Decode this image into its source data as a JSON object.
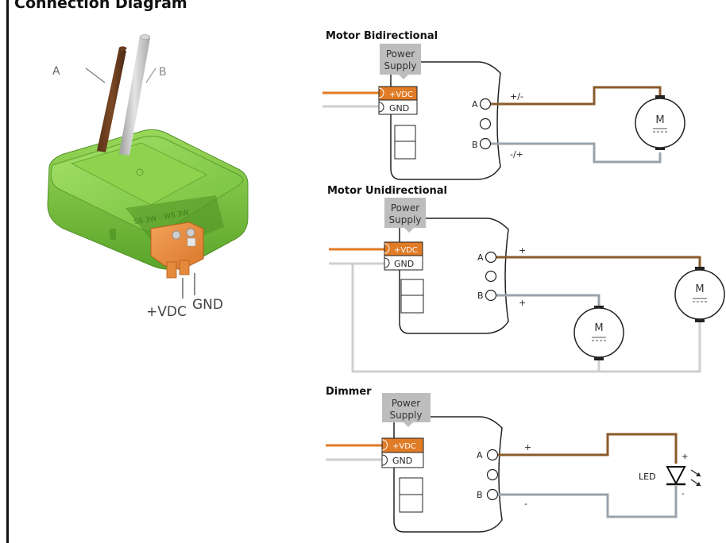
{
  "page": {
    "title": "Connection Diagram"
  },
  "colors": {
    "orange": "#e07b26",
    "brown": "#8a5a2b",
    "gray_wire": "#9aa3ab",
    "light_wire": "#cfcfcf",
    "label_box": "#bdbdbd",
    "device_green": "#7cc43a"
  },
  "device": {
    "wire_a_label": "A",
    "wire_b_label": "B",
    "vdc_label": "+VDC",
    "gnd_label": "GND",
    "case_print": "SS 3W - WS 3W"
  },
  "sections": {
    "bidirectional": {
      "heading": "Motor Bidirectional",
      "supply_line1": "Power",
      "supply_line2": "Supply",
      "vdc": "+VDC",
      "gnd": "GND",
      "term_a": "A",
      "term_b": "B",
      "pol_a": "+/-",
      "pol_b": "-/+",
      "motor": "M"
    },
    "unidirectional": {
      "heading": "Motor Unidirectional",
      "supply_line1": "Power",
      "supply_line2": "Supply",
      "vdc": "+VDC",
      "gnd": "GND",
      "term_a": "A",
      "term_b": "B",
      "pol_a": "+",
      "pol_b": "+",
      "motor1": "M",
      "motor2": "M"
    },
    "dimmer": {
      "heading": "Dimmer",
      "supply_line1": "Power",
      "supply_line2": "Supply",
      "vdc": "+VDC",
      "gnd": "GND",
      "term_a": "A",
      "term_b": "B",
      "pol_a": "+",
      "pol_b": "-",
      "led_label": "LED",
      "led_plus": "+",
      "led_minus": "-"
    }
  }
}
